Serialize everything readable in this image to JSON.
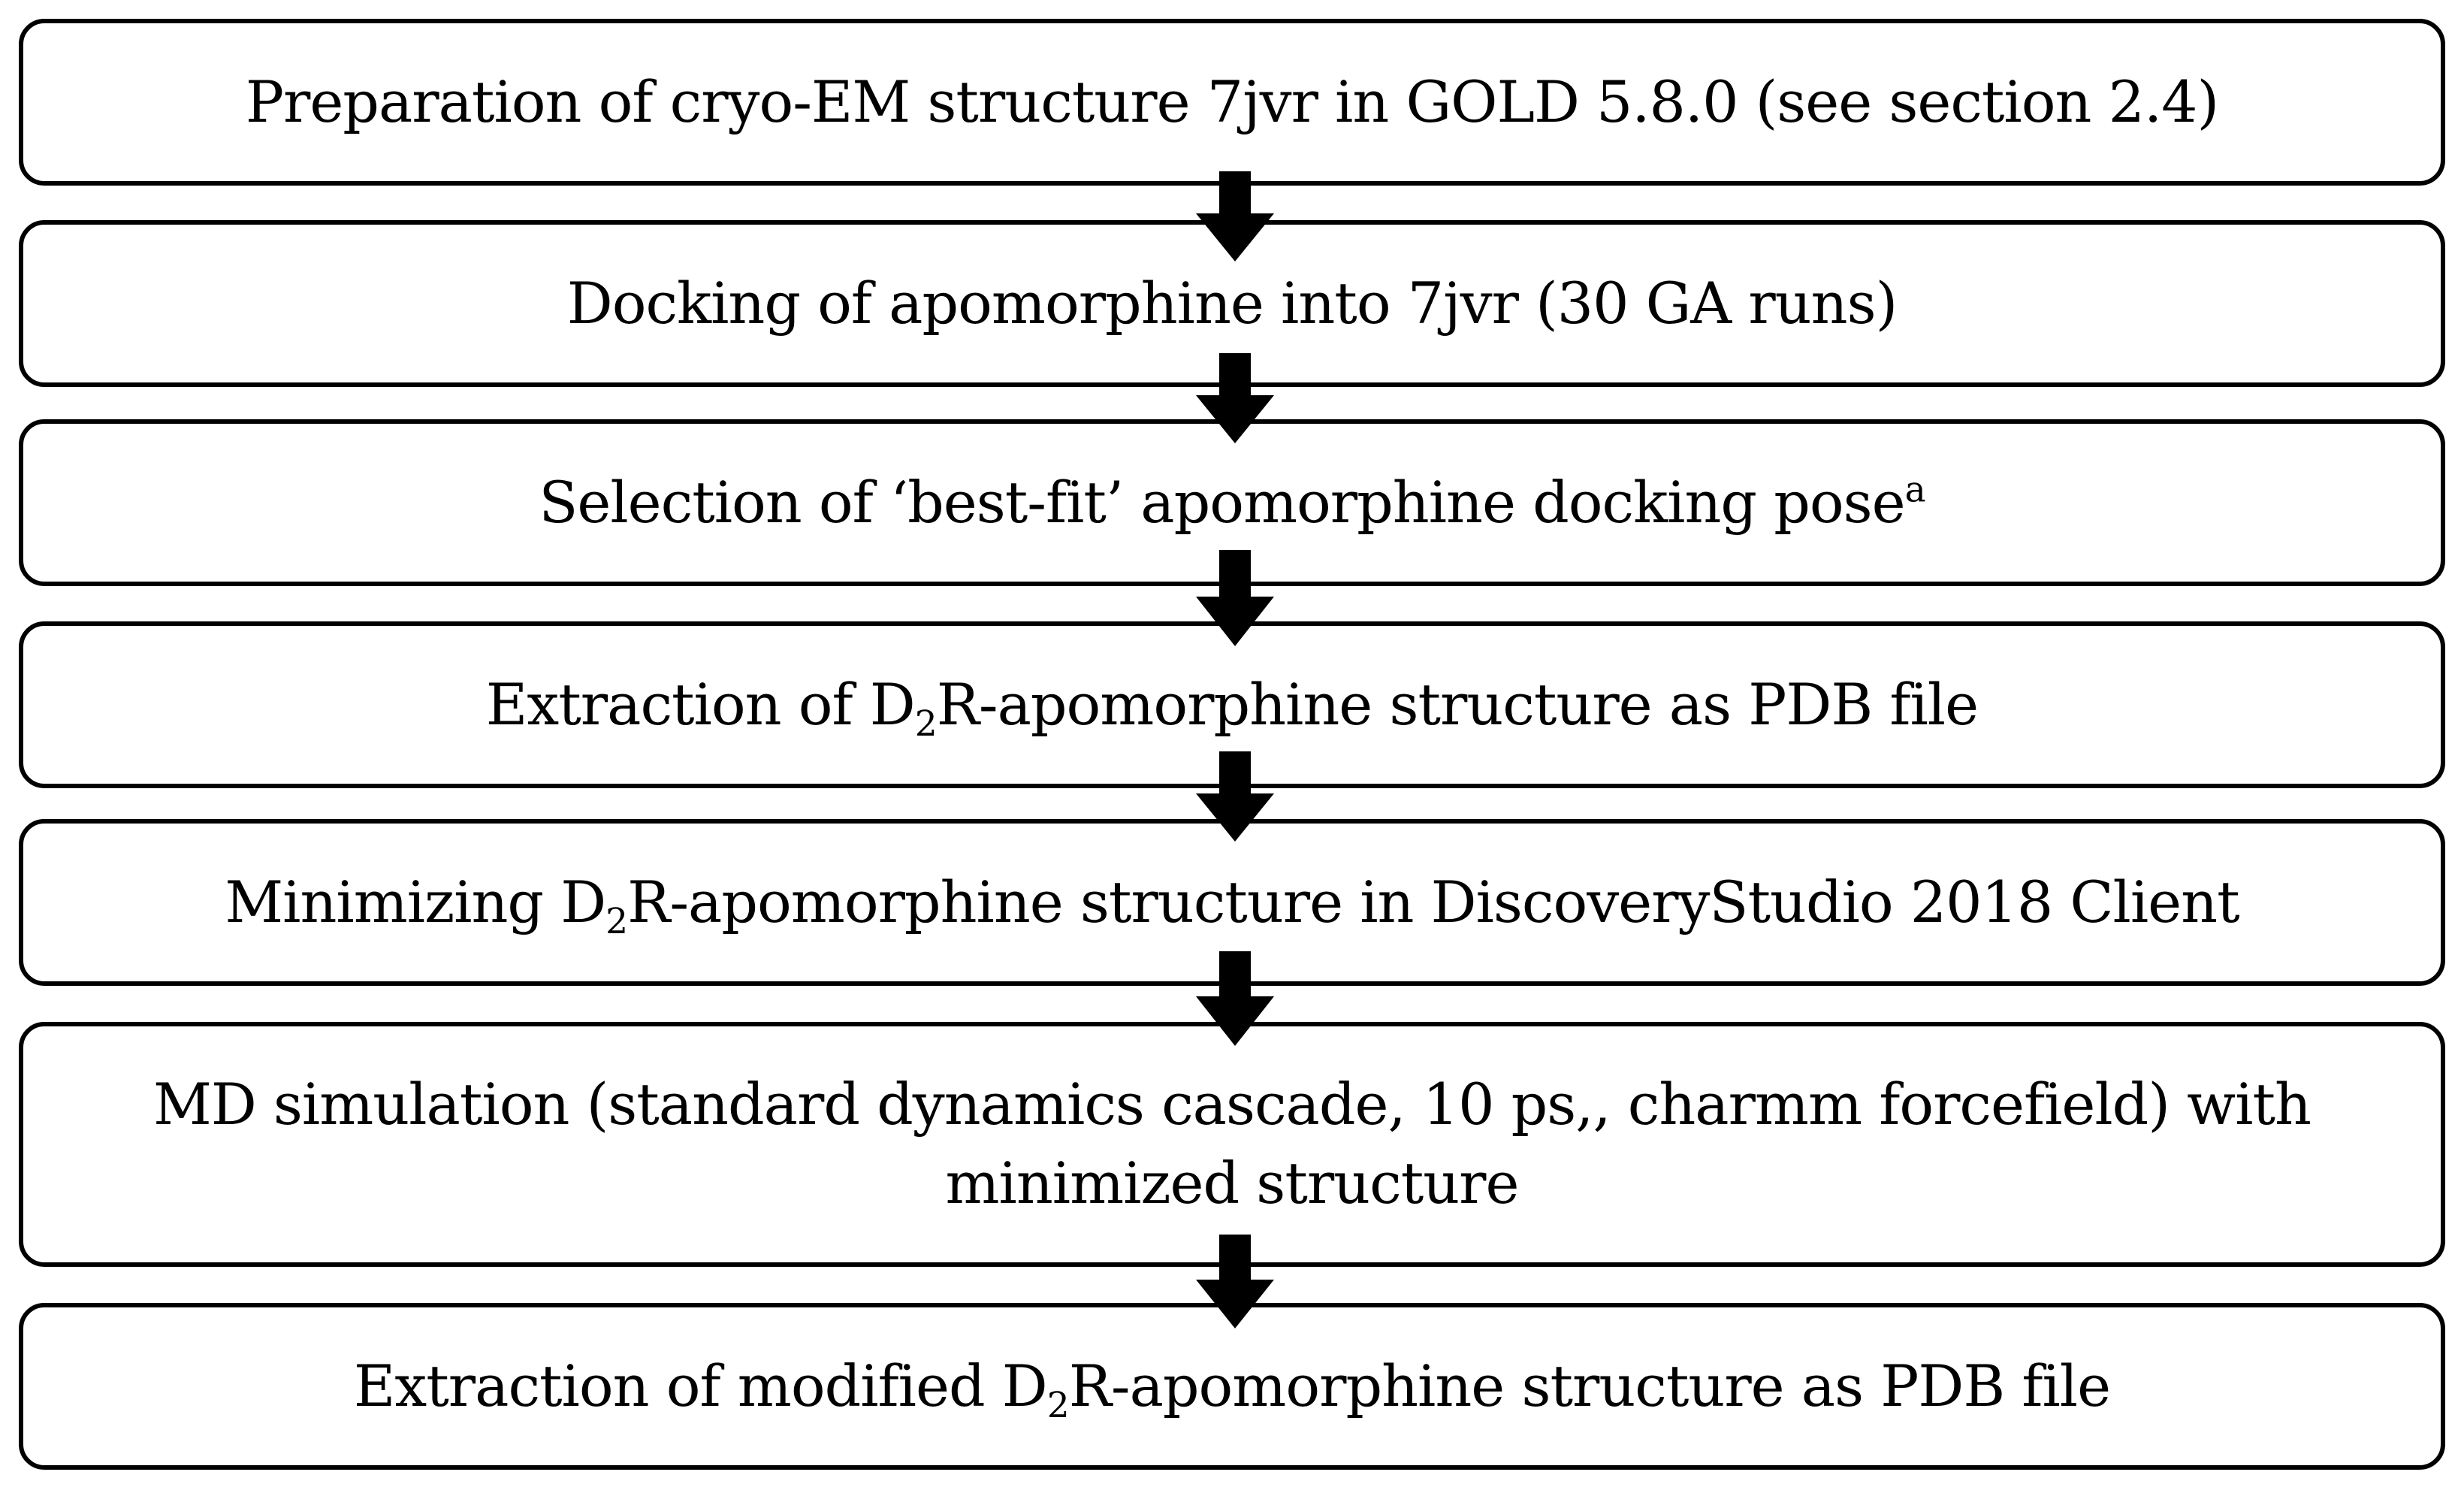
{
  "steps": [
    {
      "id": 1,
      "text": "Preparation of cryo-EM structure 7jvr in GOLD 5.8.0 (see section 2.4)"
    },
    {
      "id": 2,
      "text": "Docking of apomorphine into 7jvr (30 GA runs)"
    },
    {
      "id": 3,
      "text_before_superscript": "Selection of ‘best-fit’ apomorphine docking pose",
      "superscript": "a"
    },
    {
      "id": 4,
      "text_before_subscript": "Extraction of D",
      "subscript": "2",
      "text_after_subscript": "R-apomorphine structure as PDB file"
    },
    {
      "id": 5,
      "text_before_subscript": "Minimizing D",
      "subscript": "2",
      "text_after_subscript": "R-apomorphine structure in DiscoveryStudio 2018 Client"
    },
    {
      "id": 6,
      "line1": "MD simulation (standard dynamics cascade, 10 ps,, charmm forcefield) with",
      "line2": "minimized structure"
    },
    {
      "id": 7,
      "text_before_subscript": "Extraction of modified D",
      "subscript": "2",
      "text_after_subscript": "R-apomorphine structure as PDB file"
    }
  ],
  "style": {
    "box_border_color": "#000000",
    "arrow_color": "#000000",
    "background_color": "#ffffff"
  }
}
